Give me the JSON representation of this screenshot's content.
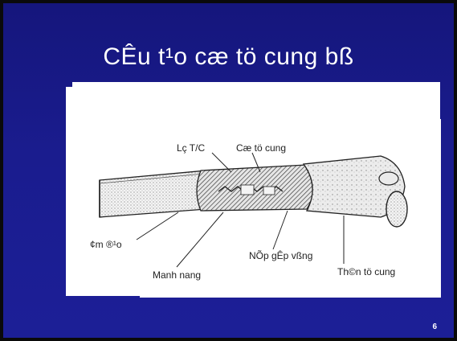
{
  "slide": {
    "title": "CÊu t¹o cæ tö cung bß",
    "page_number": "6"
  },
  "figure": {
    "labels": {
      "lo_tc": "Lç T/C",
      "co_tu_cung": "Cæ tö cung",
      "am_dao": "¢m ®¹o",
      "manh_nang": "Manh nang",
      "nep_gap_vong": "NÕp gÊp vßng",
      "than_tu_cung": "Th©n tö cung"
    }
  }
}
